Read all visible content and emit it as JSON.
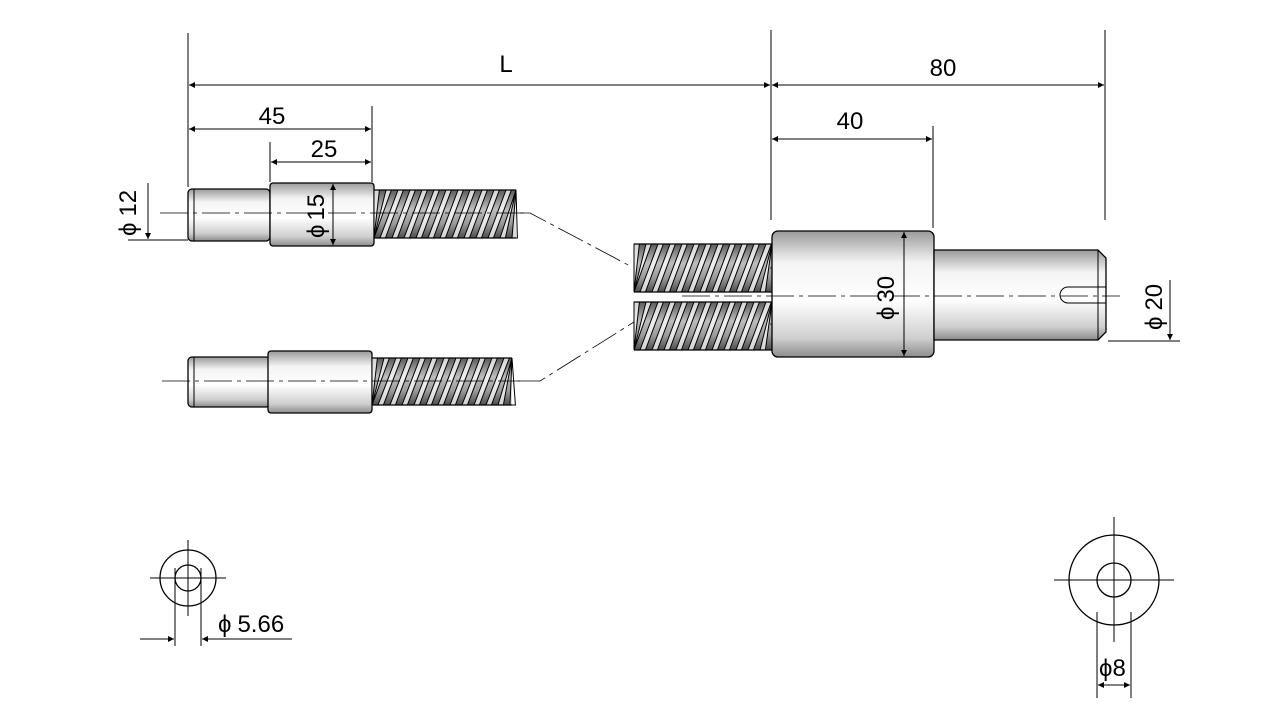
{
  "drawing": {
    "type": "technical-drawing",
    "colors": {
      "line": "#000000",
      "body_fill_light": "#ffffff",
      "body_fill_shade": "#c8c8c8",
      "thread_fill": "#8a8a8a",
      "background": "#ffffff"
    },
    "dimensions": {
      "overall_length": "L",
      "shaft_end_length": "80",
      "nut_length": "40",
      "journal_length": "45",
      "collar_length": "25",
      "journal_diameter": "12",
      "collar_diameter": "15",
      "nut_diameter": "30",
      "shaft_end_diameter": "20",
      "end_hole_diameter": "5.66",
      "center_hole_diameter": "8"
    },
    "diameter_symbol": "ϕ",
    "icons": {
      "left_end_view": "end-view-circle-icon",
      "right_end_view": "end-view-circle-icon"
    }
  }
}
